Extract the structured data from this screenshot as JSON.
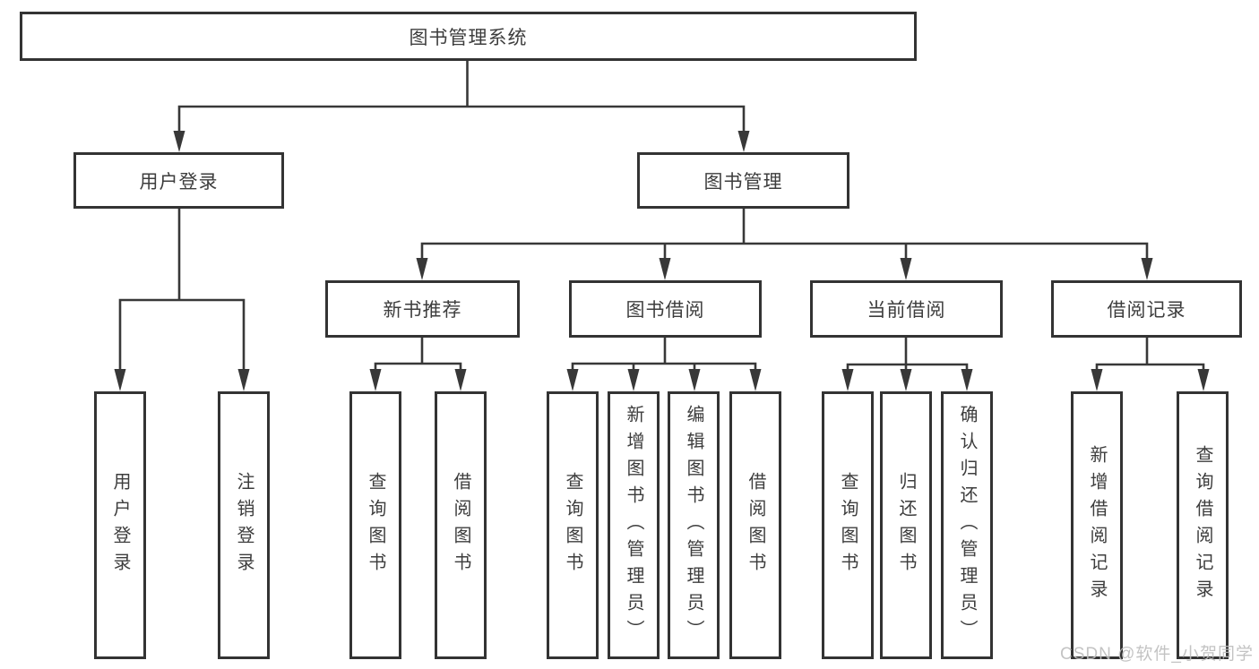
{
  "diagram": {
    "title": "图书管理系统",
    "nodes": {
      "root": {
        "label": "图书管理系统"
      },
      "user_login": {
        "label": "用户登录",
        "children": [
          "用户登录",
          "注销登录"
        ]
      },
      "book_mgmt": {
        "label": "图书管理"
      },
      "new_book": {
        "label": "新书推荐",
        "children": [
          "查询图书",
          "借阅图书"
        ]
      },
      "book_borrow": {
        "label": "图书借阅",
        "children": [
          "查询图书",
          "新增图书（管理员）",
          "编辑图书（管理员）",
          "借阅图书"
        ]
      },
      "current_borrow": {
        "label": "当前借阅",
        "children": [
          "查询图书",
          "归还图书",
          "确认归还（管理员）"
        ]
      },
      "borrow_records": {
        "label": "借阅记录",
        "children": [
          "新增借阅记录",
          "查询借阅记录"
        ]
      }
    },
    "colors": {
      "line": "#383838",
      "box_border": "#333333",
      "text": "#3d3d3d",
      "watermark": "#bdbdbd",
      "background": "#ffffff"
    },
    "watermark": "CSDN @软件_小贺同学"
  }
}
